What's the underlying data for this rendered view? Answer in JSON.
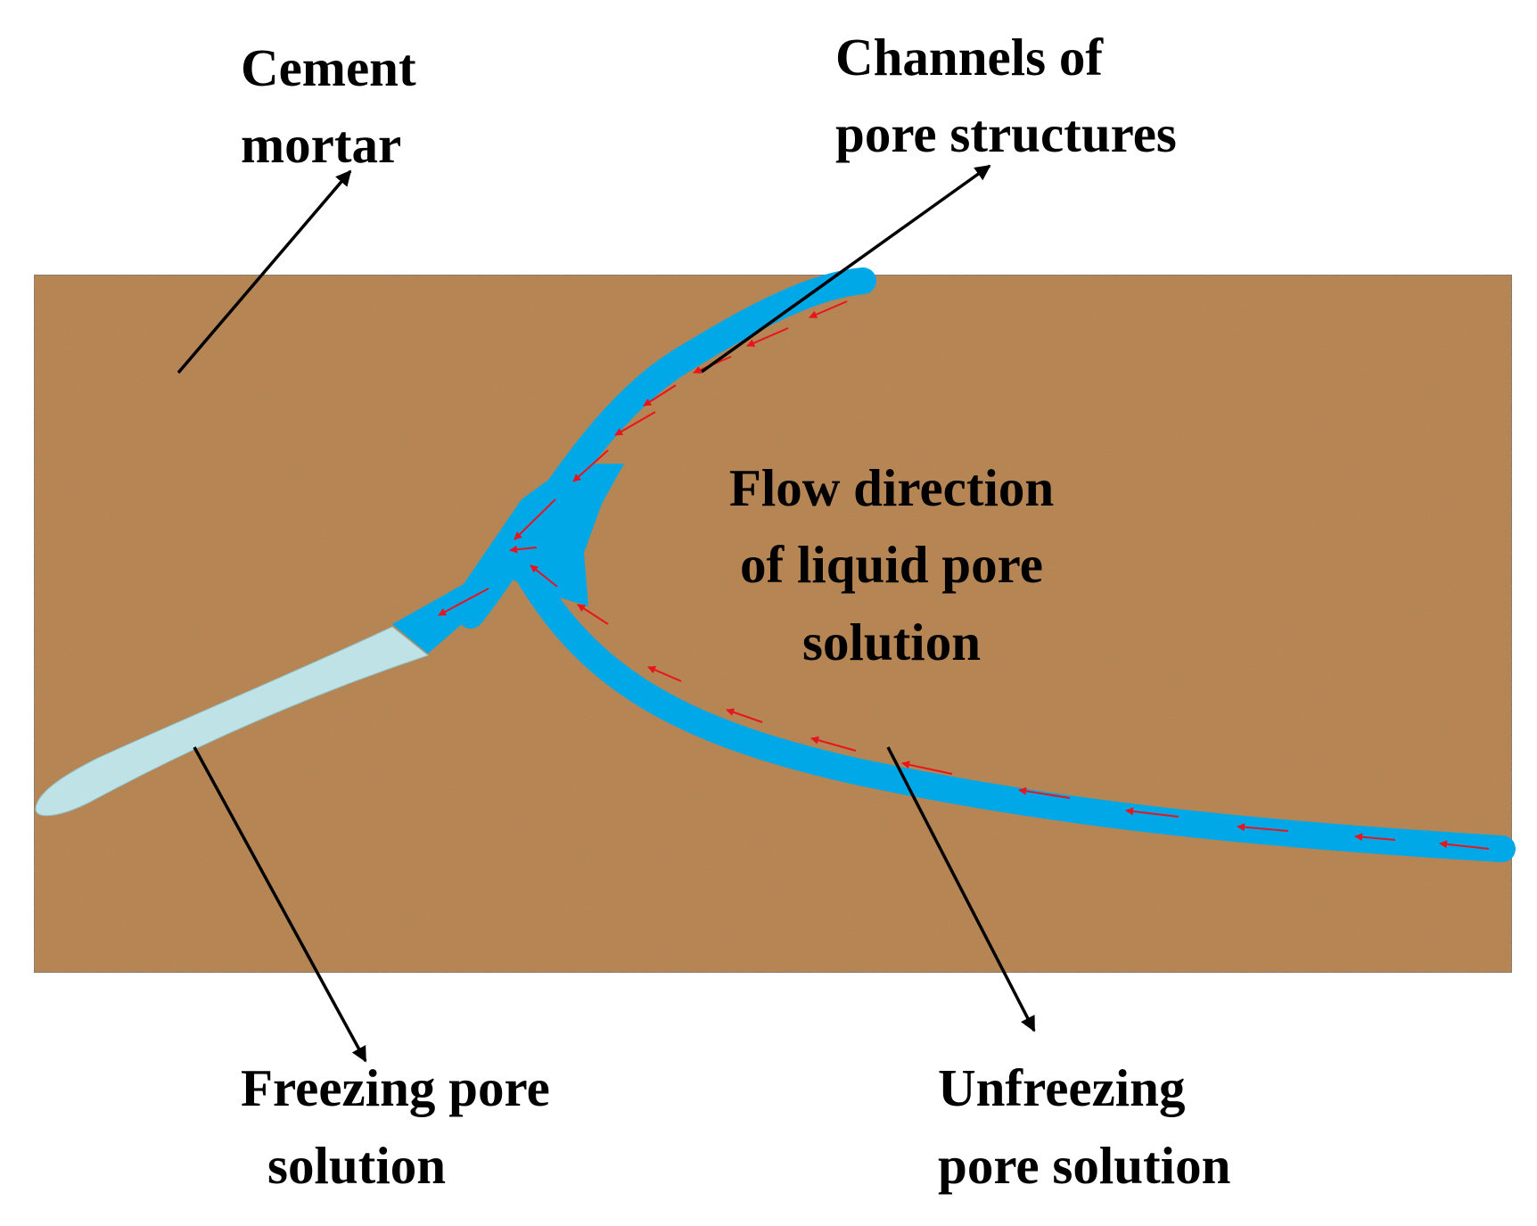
{
  "labels": {
    "cement_line1": "Cement",
    "cement_line2": "mortar",
    "channels_line1": "Channels of",
    "channels_line2": "pore structures",
    "flow_line1": "Flow direction",
    "flow_line2": "of liquid pore",
    "flow_line3": "solution",
    "freezing_line1": "Freezing pore",
    "freezing_line2": "solution",
    "unfreezing_line1": "Unfreezing",
    "unfreezing_line2": "pore solution"
  },
  "colors": {
    "mortar": "#b98552",
    "unfrozen_solution": "#00a8e8",
    "frozen_solution": "#bfe2e6",
    "flow_arrow": "#e8151c",
    "pointer": "#000000"
  }
}
